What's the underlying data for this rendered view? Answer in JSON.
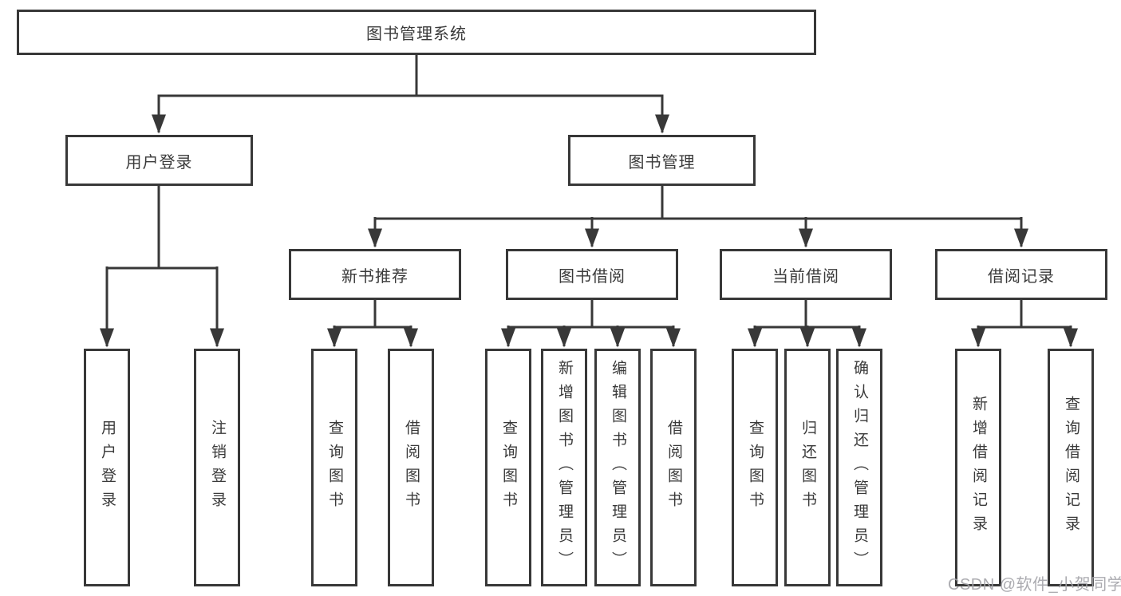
{
  "diagram": {
    "title": "图书管理系统",
    "root": {
      "label": "图书管理系统"
    },
    "level1": [
      {
        "label": "用户登录"
      },
      {
        "label": "图书管理"
      }
    ],
    "level2": [
      {
        "label": "新书推荐",
        "parent": "图书管理"
      },
      {
        "label": "图书借阅",
        "parent": "图书管理"
      },
      {
        "label": "当前借阅",
        "parent": "图书管理"
      },
      {
        "label": "借阅记录",
        "parent": "图书管理"
      }
    ],
    "leaves": [
      {
        "label": "用户登录",
        "parent": "用户登录"
      },
      {
        "label": "注销登录",
        "parent": "用户登录"
      },
      {
        "label": "查询图书",
        "parent": "新书推荐"
      },
      {
        "label": "借阅图书",
        "parent": "新书推荐"
      },
      {
        "label": "查询图书",
        "parent": "图书借阅"
      },
      {
        "label": "新增图书（管理员）",
        "parent": "图书借阅"
      },
      {
        "label": "编辑图书（管理员）",
        "parent": "图书借阅"
      },
      {
        "label": "借阅图书",
        "parent": "图书借阅"
      },
      {
        "label": "查询图书",
        "parent": "当前借阅"
      },
      {
        "label": "归还图书",
        "parent": "当前借阅"
      },
      {
        "label": "确认归还（管理员）",
        "parent": "当前借阅"
      },
      {
        "label": "新增借阅记录",
        "parent": "借阅记录"
      },
      {
        "label": "查询借阅记录",
        "parent": "借阅记录"
      }
    ]
  },
  "watermark": "CSDN @软件_小贺同学",
  "colors": {
    "line": "#383838",
    "text": "#3a3a3a",
    "background": "#ffffff",
    "watermark": "#a3a3a8"
  }
}
